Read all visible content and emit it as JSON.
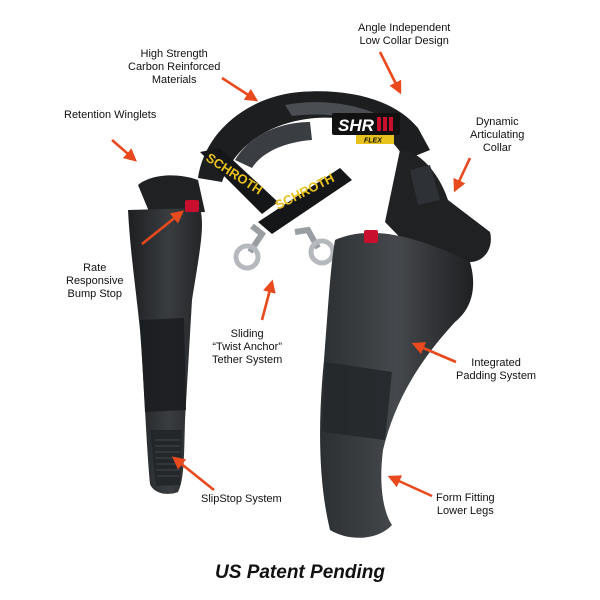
{
  "brand": {
    "model": "SHR",
    "model_sub": "FLEX",
    "strap_text": "SCHROTH"
  },
  "colors": {
    "arrow": "#e8491d",
    "body": "#2a2c2e",
    "accent_red": "#c8102e",
    "strap_yellow": "#e8c21c"
  },
  "labels": {
    "carbon": [
      "High Strength",
      "Carbon Reinforced",
      "Materials"
    ],
    "angle": [
      "Angle Independent",
      "Low Collar Design"
    ],
    "winglets": [
      "Retention Winglets"
    ],
    "collar": [
      "Dynamic",
      "Articulating",
      "Collar"
    ],
    "bump": [
      "Rate",
      "Responsive",
      "Bump Stop"
    ],
    "tether": [
      "Sliding",
      "“Twist Anchor”",
      "Tether System"
    ],
    "padding": [
      "Integrated",
      "Padding System"
    ],
    "slipstop": [
      "SlipStop System"
    ],
    "legs": [
      "Form Fitting",
      "Lower Legs"
    ]
  },
  "footer": "US Patent Pending"
}
